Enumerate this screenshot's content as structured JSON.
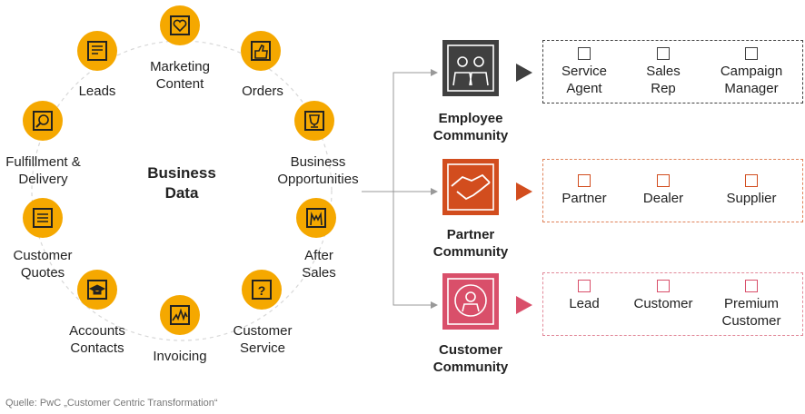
{
  "center": {
    "line1": "Business",
    "line2": "Data"
  },
  "circle_nodes": [
    {
      "id": "marketing",
      "label": [
        "Marketing",
        "Content"
      ],
      "icon": "heart-icon"
    },
    {
      "id": "orders",
      "label": [
        "Orders"
      ],
      "icon": "thumbs-up-icon"
    },
    {
      "id": "business-opportunities",
      "label": [
        "Business",
        "Opportunities"
      ],
      "icon": "trophy-icon"
    },
    {
      "id": "after-sales",
      "label": [
        "After",
        "Sales"
      ],
      "icon": "hands-icon"
    },
    {
      "id": "customer-service",
      "label": [
        "Customer",
        "Service"
      ],
      "icon": "question-icon"
    },
    {
      "id": "invoicing",
      "label": [
        "Invoicing"
      ],
      "icon": "chart-icon"
    },
    {
      "id": "accounts-contacts",
      "label": [
        "Accounts",
        "Contacts"
      ],
      "icon": "graduation-cap-icon"
    },
    {
      "id": "customer-quotes",
      "label": [
        "Customer",
        "Quotes"
      ],
      "icon": "document-icon"
    },
    {
      "id": "fulfillment",
      "label": [
        "Fulfillment &",
        "Delivery"
      ],
      "icon": "magnifier-icon"
    },
    {
      "id": "leads",
      "label": [
        "Leads"
      ],
      "icon": "chat-icon"
    }
  ],
  "communities": [
    {
      "id": "employee",
      "label": [
        "Employee",
        "Community"
      ],
      "color": "#404040",
      "icon": "people-icon",
      "roles": [
        [
          "Service",
          "Agent"
        ],
        [
          "Sales",
          "Rep"
        ],
        [
          "Campaign",
          "Manager"
        ]
      ]
    },
    {
      "id": "partner",
      "label": [
        "Partner",
        "Community"
      ],
      "color": "#d24d1e",
      "icon": "handshake-icon",
      "roles": [
        [
          "Partner"
        ],
        [
          "Dealer"
        ],
        [
          "Supplier"
        ]
      ]
    },
    {
      "id": "customer",
      "label": [
        "Customer",
        "Community"
      ],
      "color": "#d94f6a",
      "icon": "data-person-icon",
      "roles": [
        [
          "Lead"
        ],
        [
          "Customer"
        ],
        [
          "Premium",
          "Customer"
        ]
      ]
    }
  ],
  "source": "Quelle: PwC „Customer Centric Transformation“"
}
